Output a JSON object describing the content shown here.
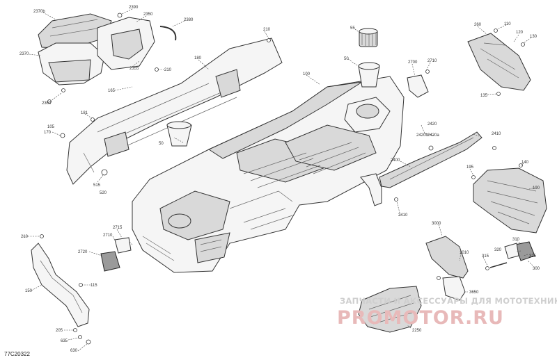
{
  "diagram": {
    "code": "77C20322",
    "watermark": {
      "top": "ЗАПЧАСТИ И АКСЕССУАРЫ ДЛЯ МОТОТЕХНИКИ",
      "main": "PROMOTOR.RU"
    },
    "callouts": {
      "c2370b": "2370b",
      "c2390": "2390",
      "c2350": "2350",
      "c2380": "2380",
      "c2370": "2370",
      "c2355": "2355",
      "c2360": "2360",
      "c210a": "210",
      "c210b": "210",
      "c210c": "210",
      "c180": "180",
      "c165": "165",
      "c181": "181",
      "c170": "170",
      "c105": "105",
      "c515": "515",
      "c520": "520",
      "c55": "55",
      "c50a": "50",
      "c50b": "50",
      "c100": "100",
      "c2700a": "2700",
      "c2710a": "2710",
      "c2420": "2420",
      "c2420b": "2420b",
      "c2420a": "2420a",
      "c2410a": "2410",
      "c2400": "2400",
      "c2410b": "2410",
      "c260": "260",
      "c110": "110",
      "c120": "120",
      "c130": "130",
      "c135": "135",
      "c140": "140",
      "c195": "195",
      "c190": "190",
      "c2715": "2715",
      "c2710b": "2710",
      "c2720": "2720",
      "c115": "115",
      "c150": "150",
      "c205": "205",
      "c635": "635",
      "c630": "630",
      "c3000": "3000",
      "c1010": "1010",
      "c315": "315",
      "c310": "310",
      "c320": "320",
      "c325": "325",
      "c300": "300",
      "c3650": "3650",
      "c2250": "2250"
    }
  }
}
